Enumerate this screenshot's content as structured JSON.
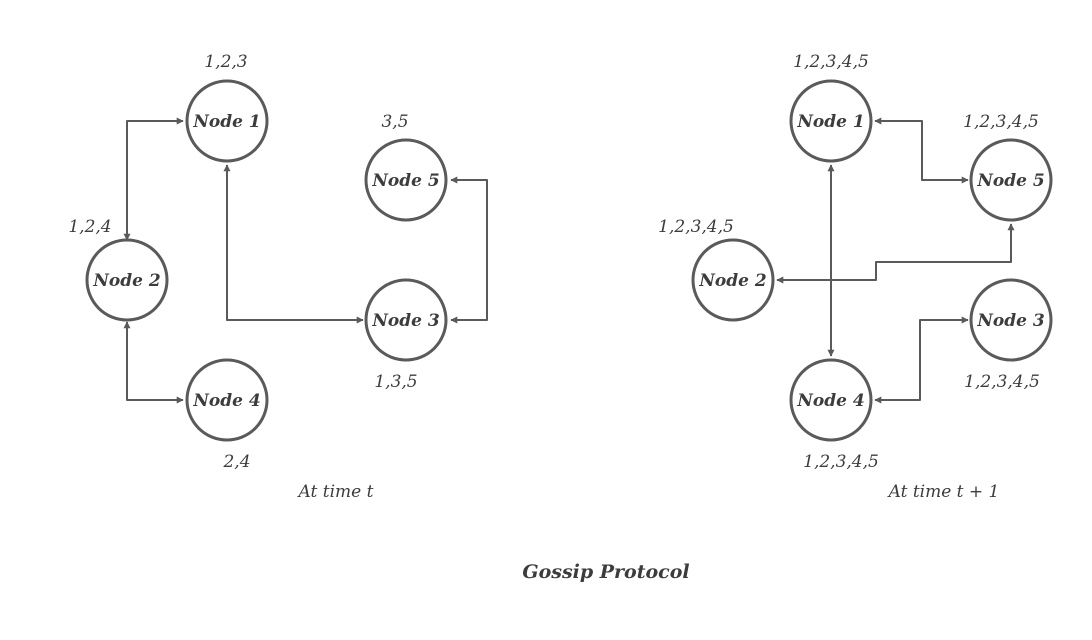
{
  "title": "Gossip Protocol",
  "panels": [
    {
      "caption": "At time t",
      "nodes": [
        {
          "label": "Node 1",
          "set": "1,2,3"
        },
        {
          "label": "Node 2",
          "set": "1,2,4"
        },
        {
          "label": "Node 3",
          "set": "1,3,5"
        },
        {
          "label": "Node 4",
          "set": "2,4"
        },
        {
          "label": "Node 5",
          "set": "3,5"
        }
      ]
    },
    {
      "caption": "At time t + 1",
      "nodes": [
        {
          "label": "Node 1",
          "set": "1,2,3,4,5"
        },
        {
          "label": "Node 2",
          "set": "1,2,3,4,5"
        },
        {
          "label": "Node 3",
          "set": "1,2,3,4,5"
        },
        {
          "label": "Node 4",
          "set": "1,2,3,4,5"
        },
        {
          "label": "Node 5",
          "set": "1,2,3,4,5"
        }
      ]
    }
  ],
  "colors": {
    "stroke": "#5a5a5a",
    "text": "#3c3c3c",
    "background": "#ffffff"
  }
}
